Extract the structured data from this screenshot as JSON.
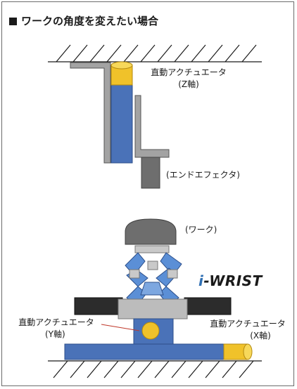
{
  "title": "ワークの角度を変えたい場合",
  "labels": {
    "z_actuator_line1": "直動アクチュエータ",
    "z_actuator_line2": "(Z軸)",
    "end_effector": "(エンドエフェクタ)",
    "workpiece": "(ワーク)",
    "y_actuator_line1": "直動アクチュエータ",
    "y_actuator_line2": "(Y軸)",
    "x_actuator_line1": "直動アクチュエータ",
    "x_actuator_line2": "(X軸)"
  },
  "brand": {
    "prefix": "i",
    "name": "-WRIST"
  },
  "colors": {
    "actuator_blue": "#4a72b8",
    "actuator_yellow": "#f0c22a",
    "bracket_gray": "#9a9a9a",
    "effector_gray": "#6e6e6e",
    "wrist_blue": "#5b8fd6",
    "brand_accent": "#2f6fb3"
  }
}
